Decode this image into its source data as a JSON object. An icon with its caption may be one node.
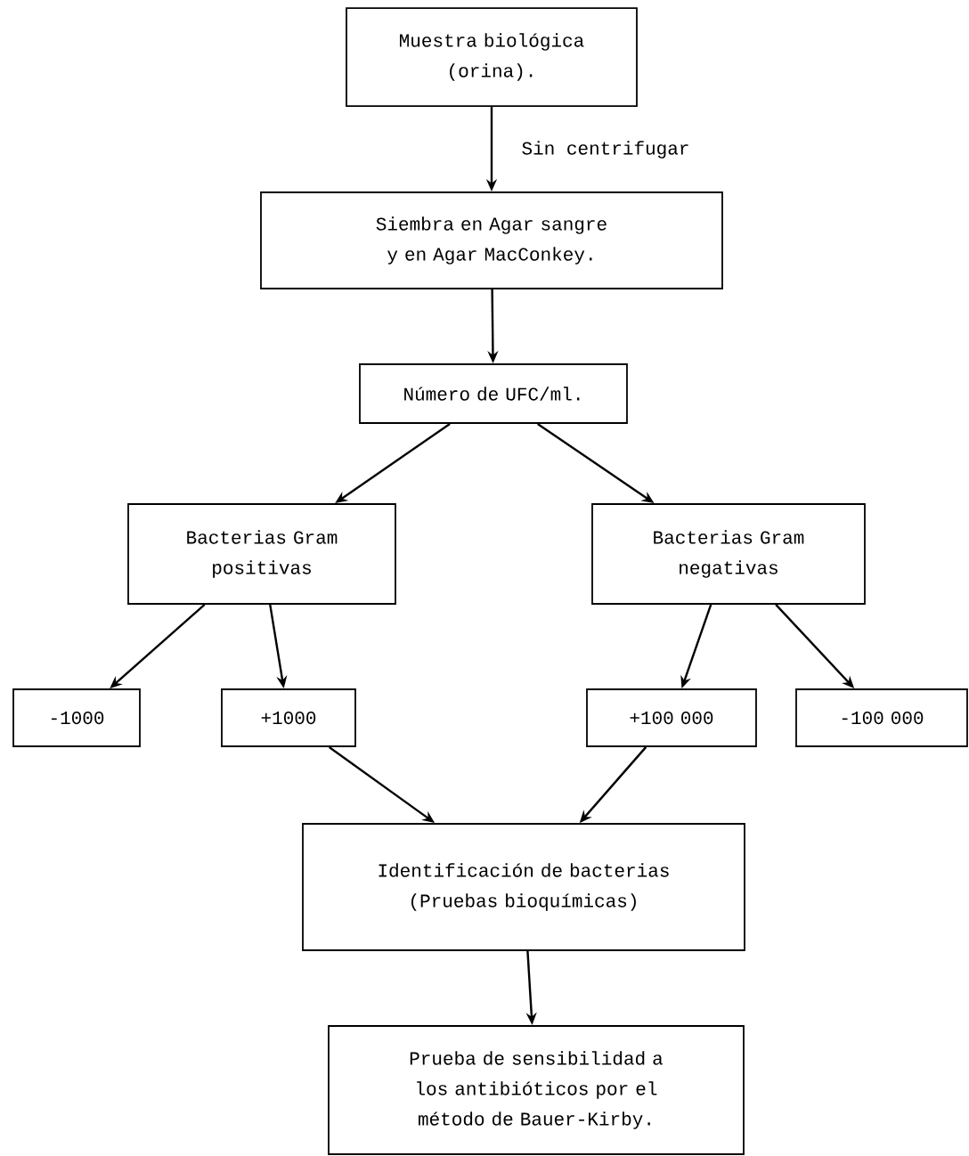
{
  "diagram": {
    "nodes": [
      {
        "text": [
          "Muestra biológica (orina)."
        ]
      },
      {
        "text": [
          "Siembra en Agar sangre y en Agar MacConkey."
        ]
      },
      {
        "text": [
          "Número de UFC/ml."
        ]
      },
      {
        "text": [
          "Bacterias Gram positivas"
        ]
      },
      {
        "text": [
          "Bacterias Gram negativas"
        ]
      },
      {
        "text": [
          "-1000"
        ]
      },
      {
        "text": [
          "+1000"
        ]
      },
      {
        "text": [
          "+100 000"
        ]
      },
      {
        "text": [
          "-100 000"
        ]
      },
      {
        "text": [
          "Identificación de bacterias (Pruebas bioquímicas)"
        ]
      },
      {
        "text": [
          "Prueba de sensibilidad a los antibióticos por el método de Bauer-Kirby."
        ]
      }
    ],
    "edges": [
      {
        "from": 0,
        "to": 1,
        "arrow": "to",
        "label": "Sin centrifugar"
      },
      {
        "from": 1,
        "to": 2,
        "arrow": "to"
      },
      {
        "from": 2,
        "to": 3,
        "arrow": "to"
      },
      {
        "from": 2,
        "to": 4,
        "arrow": "to"
      },
      {
        "from": 3,
        "to": 5,
        "arrow": "to"
      },
      {
        "from": 3,
        "to": 6,
        "arrow": "to"
      },
      {
        "from": 4,
        "to": 7,
        "arrow": "to"
      },
      {
        "from": 4,
        "to": 8,
        "arrow": "to"
      },
      {
        "from": 6,
        "to": 9,
        "arrow": "to"
      },
      {
        "from": 7,
        "to": 9,
        "arrow": "to"
      },
      {
        "from": 9,
        "to": 10,
        "arrow": "to"
      }
    ]
  }
}
